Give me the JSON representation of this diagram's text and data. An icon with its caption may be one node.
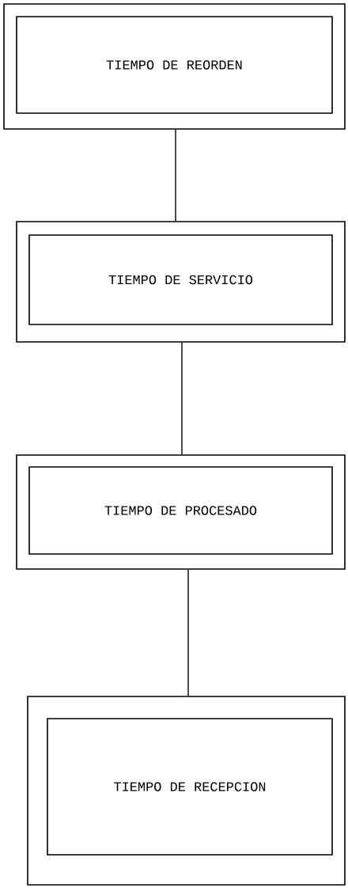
{
  "diagram": {
    "nodes": [
      {
        "text": [
          "TIEMPO DE REORDEN"
        ]
      },
      {
        "text": [
          "TIEMPO DE SERVICIO"
        ]
      },
      {
        "text": [
          "TIEMPO DE PROCESADO"
        ]
      },
      {
        "text": [
          "TIEMPO DE RECEPCION"
        ]
      }
    ],
    "edges": [
      {
        "from": 0,
        "to": 1,
        "arrow": "none"
      },
      {
        "from": 1,
        "to": 2,
        "arrow": "none"
      },
      {
        "from": 2,
        "to": 3,
        "arrow": "none"
      }
    ]
  }
}
